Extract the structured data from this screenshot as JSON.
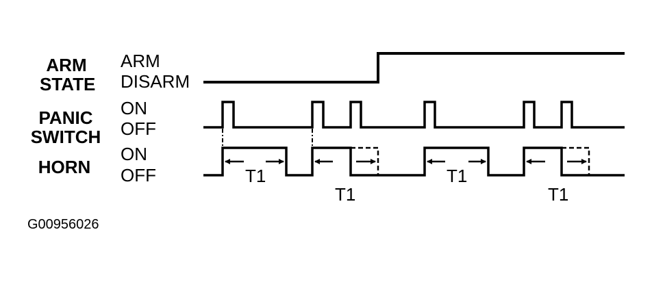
{
  "signals": [
    {
      "name_line1": "ARM",
      "name_line2": "STATE",
      "high_label": "ARM",
      "low_label": "DISARM"
    },
    {
      "name_line1": "PANIC",
      "name_line2": "SWITCH",
      "high_label": "ON",
      "low_label": "OFF"
    },
    {
      "name_line1": "HORN",
      "name_line2": "",
      "high_label": "ON",
      "low_label": "OFF"
    }
  ],
  "timing_labels": [
    "T1",
    "T1",
    "T1",
    "T1"
  ],
  "figure_id": "G00956026"
}
